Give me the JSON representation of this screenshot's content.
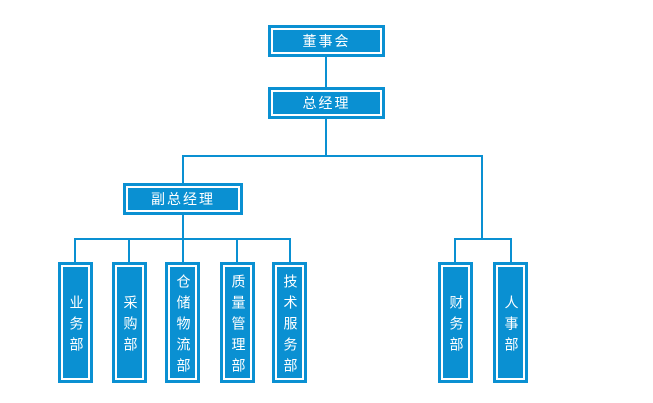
{
  "diagram": {
    "type": "org-chart",
    "colors": {
      "node_fill": "#0a90d2",
      "node_inner_border": "#ffffff",
      "connector": "#0a90d2",
      "text": "#ffffff",
      "background": "#ffffff"
    },
    "nodes": {
      "board": {
        "label": "董事会"
      },
      "general_manager": {
        "label": "总经理"
      },
      "deputy_gm": {
        "label": "副总经理"
      },
      "business": {
        "label": "业务部"
      },
      "purchasing": {
        "label": "采购部"
      },
      "warehouse_logistics": {
        "label": "仓储物流部"
      },
      "quality_management": {
        "label": "质量管理部"
      },
      "technical_service": {
        "label": "技术服务部"
      },
      "finance": {
        "label": "财务部"
      },
      "hr": {
        "label": "人事部"
      }
    },
    "hierarchy": [
      {
        "parent": "董事会",
        "children": [
          "总经理"
        ]
      },
      {
        "parent": "总经理",
        "children": [
          "副总经理",
          "财务部",
          "人事部"
        ]
      },
      {
        "parent": "副总经理",
        "children": [
          "业务部",
          "采购部",
          "仓储物流部",
          "质量管理部",
          "技术服务部"
        ]
      }
    ]
  }
}
